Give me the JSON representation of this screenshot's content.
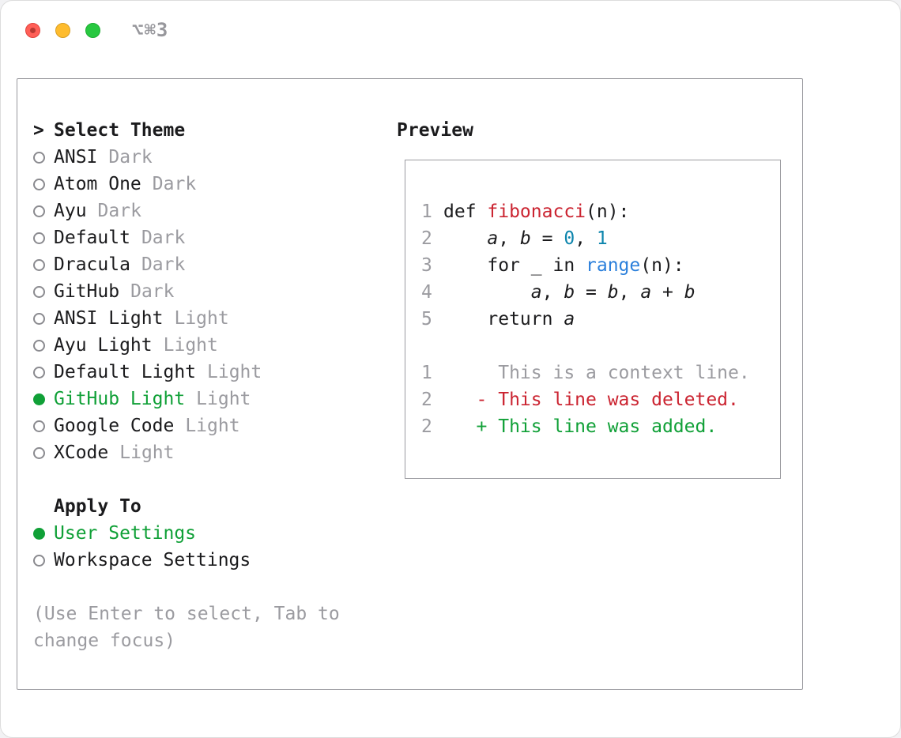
{
  "titlebar": {
    "shortcut": "⌥⌘3"
  },
  "theme_list": {
    "prompt": ">",
    "title": "Select Theme",
    "items": [
      {
        "label": "ANSI",
        "variant": "Dark",
        "selected": false
      },
      {
        "label": "Atom One",
        "variant": "Dark",
        "selected": false
      },
      {
        "label": "Ayu",
        "variant": "Dark",
        "selected": false
      },
      {
        "label": "Default",
        "variant": "Dark",
        "selected": false
      },
      {
        "label": "Dracula",
        "variant": "Dark",
        "selected": false
      },
      {
        "label": "GitHub",
        "variant": "Dark",
        "selected": false
      },
      {
        "label": "ANSI Light",
        "variant": "Light",
        "selected": false
      },
      {
        "label": "Ayu Light",
        "variant": "Light",
        "selected": false
      },
      {
        "label": "Default Light",
        "variant": "Light",
        "selected": false
      },
      {
        "label": "GitHub Light",
        "variant": "Light",
        "selected": true
      },
      {
        "label": "Google Code",
        "variant": "Light",
        "selected": false
      },
      {
        "label": "XCode",
        "variant": "Light",
        "selected": false
      }
    ]
  },
  "apply_to": {
    "title": "Apply To",
    "options": [
      {
        "label": "User Settings",
        "selected": true
      },
      {
        "label": "Workspace Settings",
        "selected": false
      }
    ]
  },
  "hint": "(Use Enter to select, Tab to change focus)",
  "preview": {
    "title": "Preview",
    "lines": [
      {
        "num": "1",
        "tokens": [
          {
            "t": "def ",
            "c": "p"
          },
          {
            "t": "fibonacci",
            "c": "fn"
          },
          {
            "t": "(n):",
            "c": "p"
          }
        ]
      },
      {
        "num": "2",
        "tokens": [
          {
            "t": "    ",
            "c": "p"
          },
          {
            "t": "a",
            "c": "v"
          },
          {
            "t": ", ",
            "c": "p"
          },
          {
            "t": "b",
            "c": "v"
          },
          {
            "t": " = ",
            "c": "p"
          },
          {
            "t": "0",
            "c": "n"
          },
          {
            "t": ", ",
            "c": "p"
          },
          {
            "t": "1",
            "c": "n"
          }
        ]
      },
      {
        "num": "3",
        "tokens": [
          {
            "t": "    for _ in ",
            "c": "p"
          },
          {
            "t": "range",
            "c": "b"
          },
          {
            "t": "(n):",
            "c": "p"
          }
        ]
      },
      {
        "num": "4",
        "tokens": [
          {
            "t": "        ",
            "c": "p"
          },
          {
            "t": "a",
            "c": "v"
          },
          {
            "t": ", ",
            "c": "p"
          },
          {
            "t": "b",
            "c": "v"
          },
          {
            "t": " = ",
            "c": "p"
          },
          {
            "t": "b",
            "c": "v"
          },
          {
            "t": ", ",
            "c": "p"
          },
          {
            "t": "a",
            "c": "v"
          },
          {
            "t": " + ",
            "c": "p"
          },
          {
            "t": "b",
            "c": "v"
          }
        ]
      },
      {
        "num": "5",
        "tokens": [
          {
            "t": "    return ",
            "c": "p"
          },
          {
            "t": "a",
            "c": "v"
          }
        ]
      },
      {
        "num": "",
        "tokens": []
      },
      {
        "num": "1",
        "tokens": [
          {
            "t": "     This is a context line.",
            "c": "cm"
          }
        ]
      },
      {
        "num": "2",
        "tokens": [
          {
            "t": "   - This line was deleted.",
            "c": "del"
          }
        ]
      },
      {
        "num": "2",
        "tokens": [
          {
            "t": "   + This line was added.",
            "c": "add"
          }
        ]
      }
    ]
  },
  "colors": {
    "accent_green": "#10a037",
    "accent_red": "#cb2431",
    "number_teal": "#0d85ad",
    "builtin_blue": "#2a7fdb",
    "muted_gray": "#9b9ba0",
    "traffic_red": "#ff5f57",
    "traffic_yellow": "#febc2e",
    "traffic_green": "#28c840"
  }
}
